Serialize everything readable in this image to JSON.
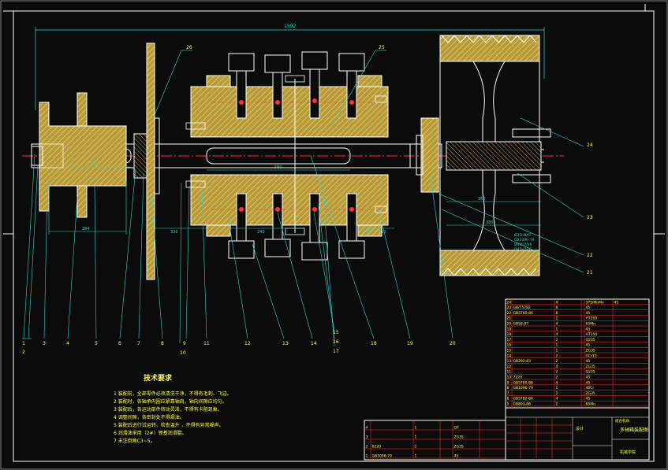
{
  "drawing": {
    "overall_dimension": "1592",
    "dims": {
      "left_hub": "150",
      "left_base": "384",
      "left_base2": "330",
      "shaft_keyway": "580",
      "right_a": "240",
      "right_b": "60",
      "right_c": "210",
      "pulley_top": "960",
      "pulley_bot": "380"
    },
    "callouts_top": [
      "26",
      "25",
      "24",
      "23",
      "22",
      "21"
    ],
    "callouts_bottom": [
      "1",
      "2",
      "3",
      "4",
      "5",
      "6",
      "7",
      "8",
      "9",
      "10",
      "11",
      "12",
      "13",
      "14",
      "15",
      "16",
      "17",
      "18",
      "19",
      "20"
    ],
    "fits": [
      "Ø35H8/f7",
      "GB1096-79",
      "Ø40H7/k6",
      "Ø45H7/r6"
    ],
    "colors": {
      "outline": "#ffffff",
      "hatch": "#f2c35a",
      "section_fill": "#b79a3a",
      "center": "#ff3030",
      "leader": "#31d6c8",
      "text": "#ffff3a",
      "border": "#ffffff"
    }
  },
  "tech_requirements": {
    "title": "技术要求",
    "lines": [
      "1 装配前，全部零件必须清洗干净，不得有毛刺、飞边。",
      "2 装配时，各轴承内圈应紧靠轴肩，轴向间隙应均匀。",
      "3 装配后，各运动部件转动灵活，不得有卡阻现象。",
      "4 调整间隙，各密封处不得漏油。",
      "5 装配后进行试运转，检查温升          ，不得有异常噪声。",
      "6 润滑油采用（2#）锂基润滑脂。",
      "7 未注倒角C3~5。"
    ]
  },
  "title_block": {
    "name": "组合机床",
    "drawing_title": "多轴箱装配图",
    "company": "机械学院",
    "sign": "设计"
  },
  "parts_list_right": [
    [
      "24",
      "",
      "4",
      "",
      "37SiMnMo",
      "45"
    ],
    [
      "23",
      "GB/T5782",
      "8",
      "",
      "45",
      ""
    ],
    [
      "22",
      "GB5780-86",
      "8",
      "",
      "45",
      ""
    ],
    [
      "21",
      "",
      "1",
      "",
      "HT200",
      ""
    ],
    [
      "20",
      "GB93-87",
      "4",
      "",
      "65Mn",
      ""
    ],
    [
      "19",
      "",
      "1",
      "",
      "45",
      ""
    ],
    [
      "18",
      "",
      "4",
      "",
      "HT150",
      ""
    ],
    [
      "17",
      "",
      "2",
      "",
      "Q235",
      ""
    ],
    [
      "16",
      "",
      "1",
      "",
      "45",
      ""
    ],
    [
      "15",
      "",
      "1",
      "",
      "ZG35",
      ""
    ],
    [
      "14",
      "",
      "2",
      "",
      "GCr15",
      ""
    ],
    [
      "13",
      "GB292-83",
      "2",
      "",
      "45",
      ""
    ],
    [
      "12",
      "",
      "4",
      "",
      "ZG35",
      ""
    ],
    [
      "11",
      "",
      "2",
      "",
      "Q235",
      ""
    ],
    [
      "10",
      "7220",
      "2",
      "",
      "45",
      ""
    ],
    [
      "9",
      "GB5780-86",
      "4",
      "",
      "45",
      ""
    ],
    [
      "8",
      "GB1096-79",
      "1",
      "",
      "40Cr",
      ""
    ],
    [
      "7",
      "",
      "2",
      "",
      "ZG35",
      ""
    ],
    [
      "6",
      "GB5782-86",
      "4",
      "",
      "45",
      ""
    ],
    [
      "5",
      "GB893-86",
      "2",
      "",
      "65Mn",
      ""
    ]
  ],
  "parts_list_bottom": [
    [
      "4",
      "",
      "1",
      "",
      "QT",
      ""
    ],
    [
      "3",
      "",
      "1",
      "",
      "ZG35",
      ""
    ],
    [
      "2",
      "6220",
      "2",
      "",
      "ZG35",
      ""
    ],
    [
      "1",
      "GB1096-79",
      "1",
      "",
      "45",
      ""
    ]
  ]
}
